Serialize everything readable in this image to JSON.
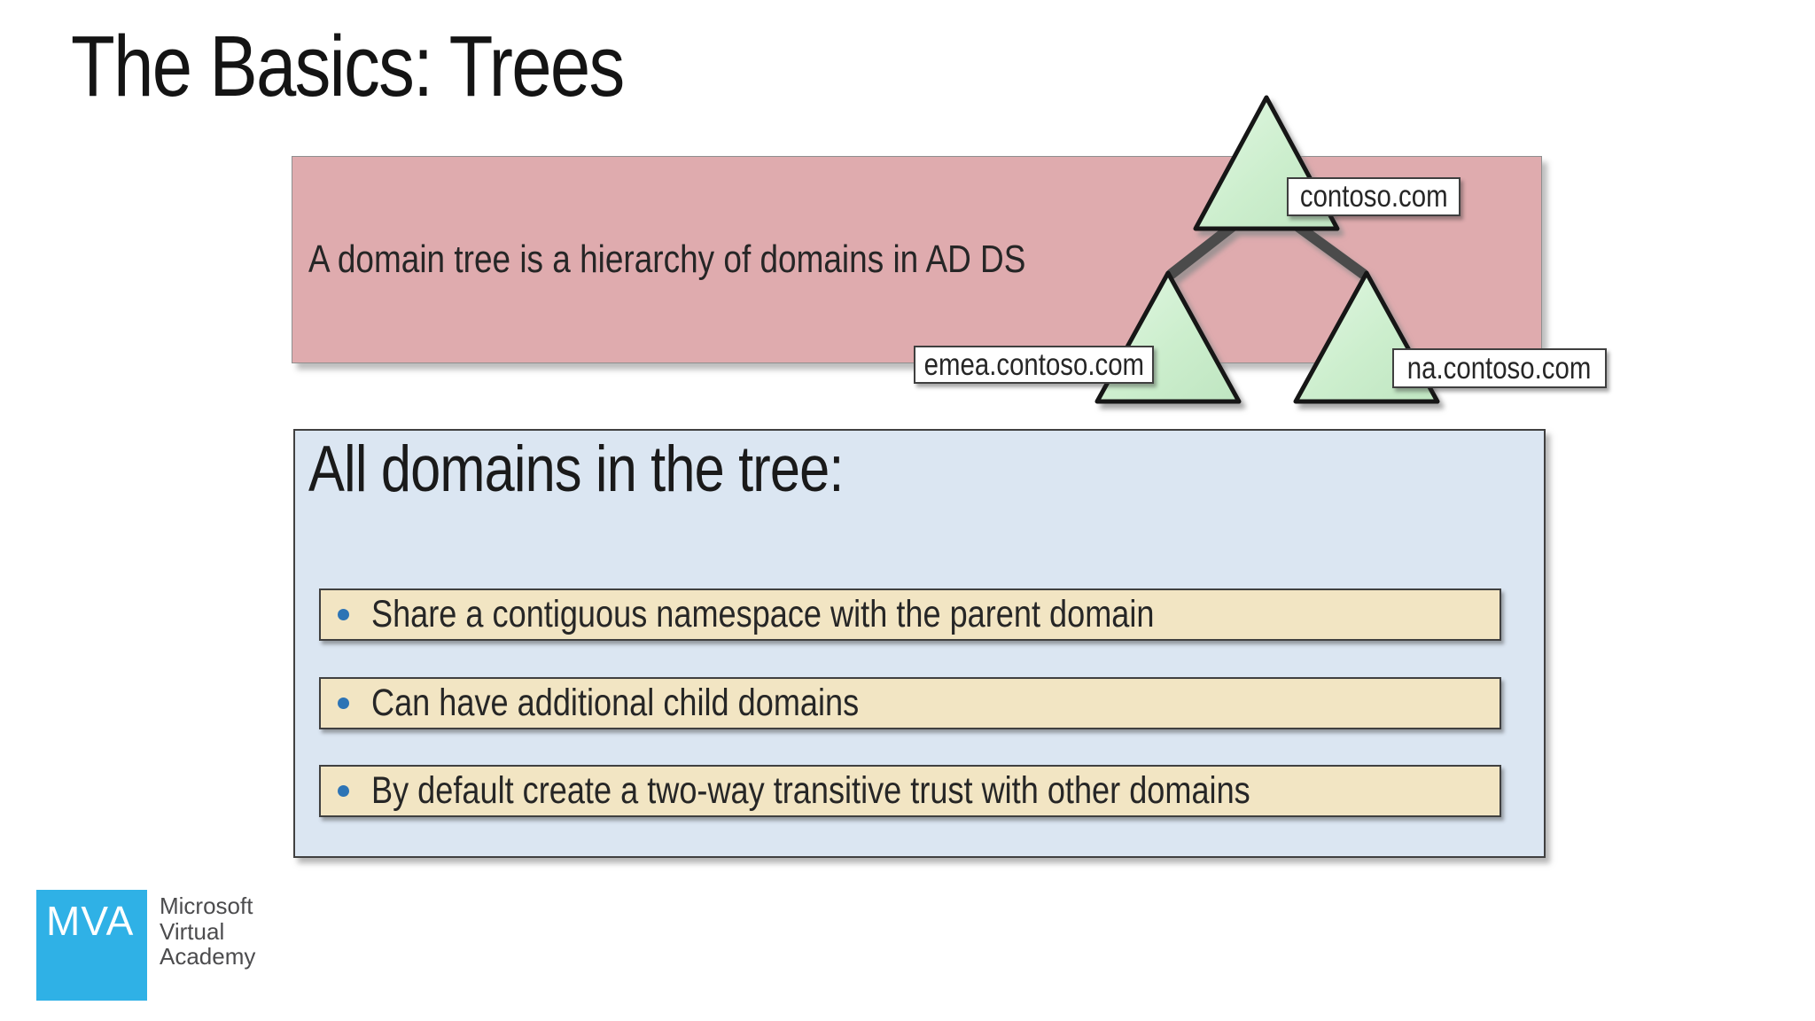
{
  "slide": {
    "title": "The Basics: Trees",
    "definition_box": {
      "text": "A domain tree is a hierarchy of domains in AD DS"
    },
    "domains_box": {
      "heading": "All domains in the tree:",
      "bullets": [
        "Share a contiguous namespace with the parent domain",
        "Can have additional child domains",
        "By default create a two-way transitive trust with other domains"
      ]
    }
  },
  "tree_diagram": {
    "root_label": "contoso.com",
    "left_child_label": "emea.contoso.com",
    "right_child_label": "na.contoso.com"
  },
  "footer": {
    "logo_text": "MVA",
    "brand_lines": [
      "Microsoft",
      "Virtual",
      "Academy"
    ]
  },
  "colors": {
    "definition_box_bg": "#dfabae",
    "domains_box_bg": "#dbe6f2",
    "bullet_row_bg": "#f2e5c3",
    "bullet_dot": "#2d74b5",
    "triangle_fill": "#cceecd",
    "triangle_stroke": "#141414",
    "connector": "#4c4c4c",
    "mva_logo_bg": "#2fb1e6"
  }
}
